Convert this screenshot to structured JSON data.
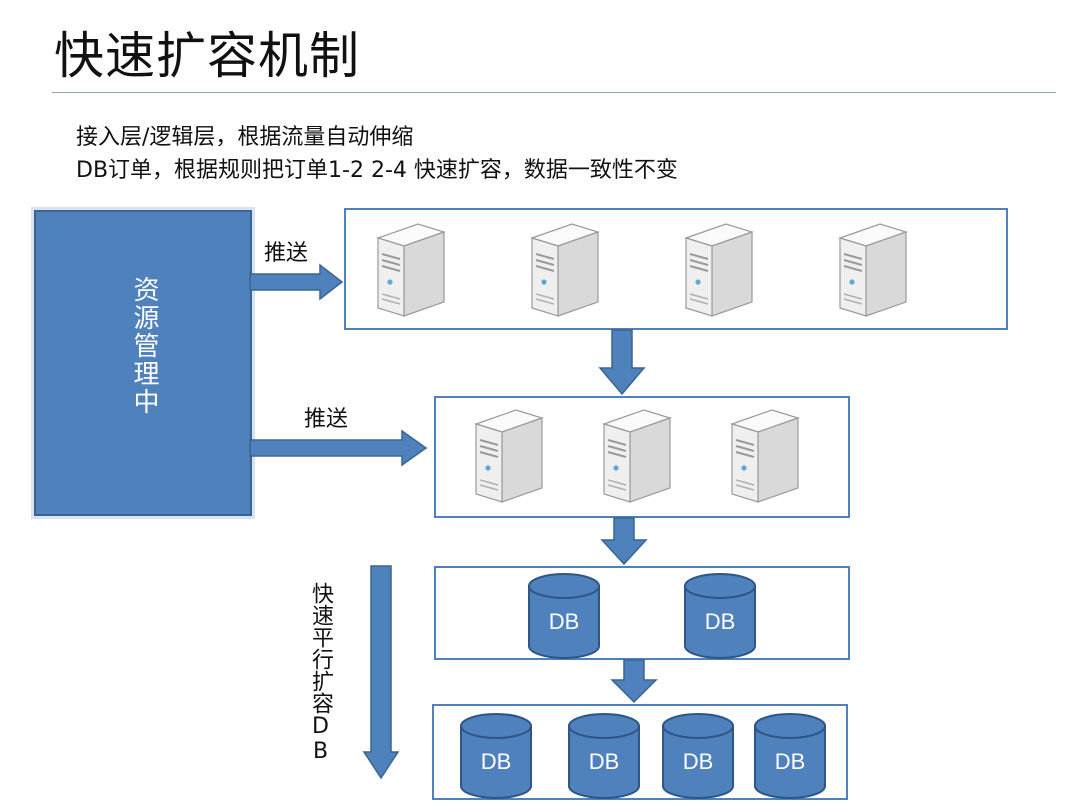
{
  "slide": {
    "title": "快速扩容机制",
    "bullet_lines": [
      "接入层/逻辑层，根据流量自动伸缩",
      "DB订单，根据规则把订单1-2 2-4 快速扩容，数据一致性不变"
    ]
  },
  "resource_center": {
    "label": "资源管理中",
    "color": "#4f81bd"
  },
  "edges": {
    "push_top": "推送",
    "push_bottom": "推送",
    "fast_parallel_expand": "快速平行扩容DB"
  },
  "tiers": {
    "access_layer_servers": 4,
    "logic_layer_servers": 3,
    "db_layer_1": [
      "DB",
      "DB"
    ],
    "db_layer_2": [
      "DB",
      "DB",
      "DB",
      "DB"
    ]
  },
  "colors": {
    "accent": "#4f81bd",
    "border_dark": "#3a6591",
    "server_body": "#f2f2f2",
    "server_indicator": "#5aa9d6"
  }
}
